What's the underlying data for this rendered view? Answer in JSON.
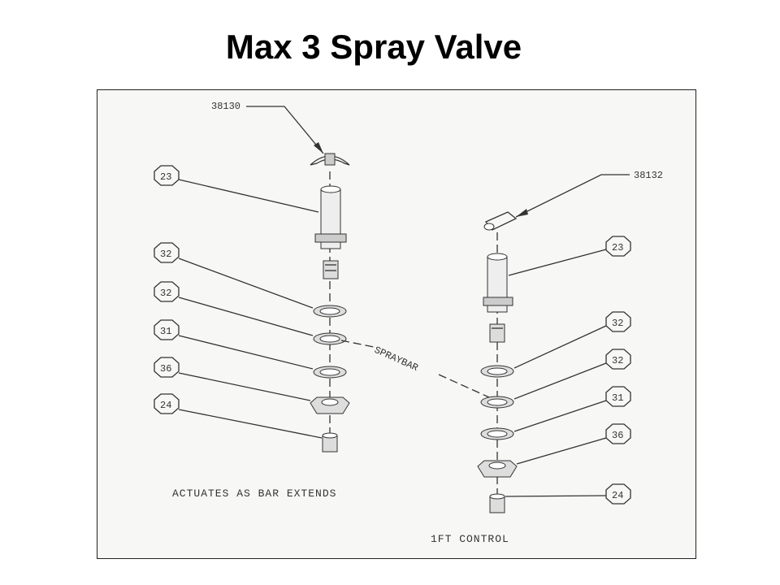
{
  "title": "Max 3 Spray Valve",
  "diagram": {
    "labels": {
      "p38130": "38130",
      "p38132": "38132",
      "l23": "23",
      "l32a": "32",
      "l32b": "32",
      "l31": "31",
      "l36": "36",
      "l24": "24",
      "r23": "23",
      "r32a": "32",
      "r32b": "32",
      "r31": "31",
      "r36": "36",
      "r24": "24"
    },
    "spraybar": "SPRAYBAR",
    "note_actuates": "ACTUATES AS BAR EXTENDS",
    "note_control": "1FT CONTROL"
  }
}
